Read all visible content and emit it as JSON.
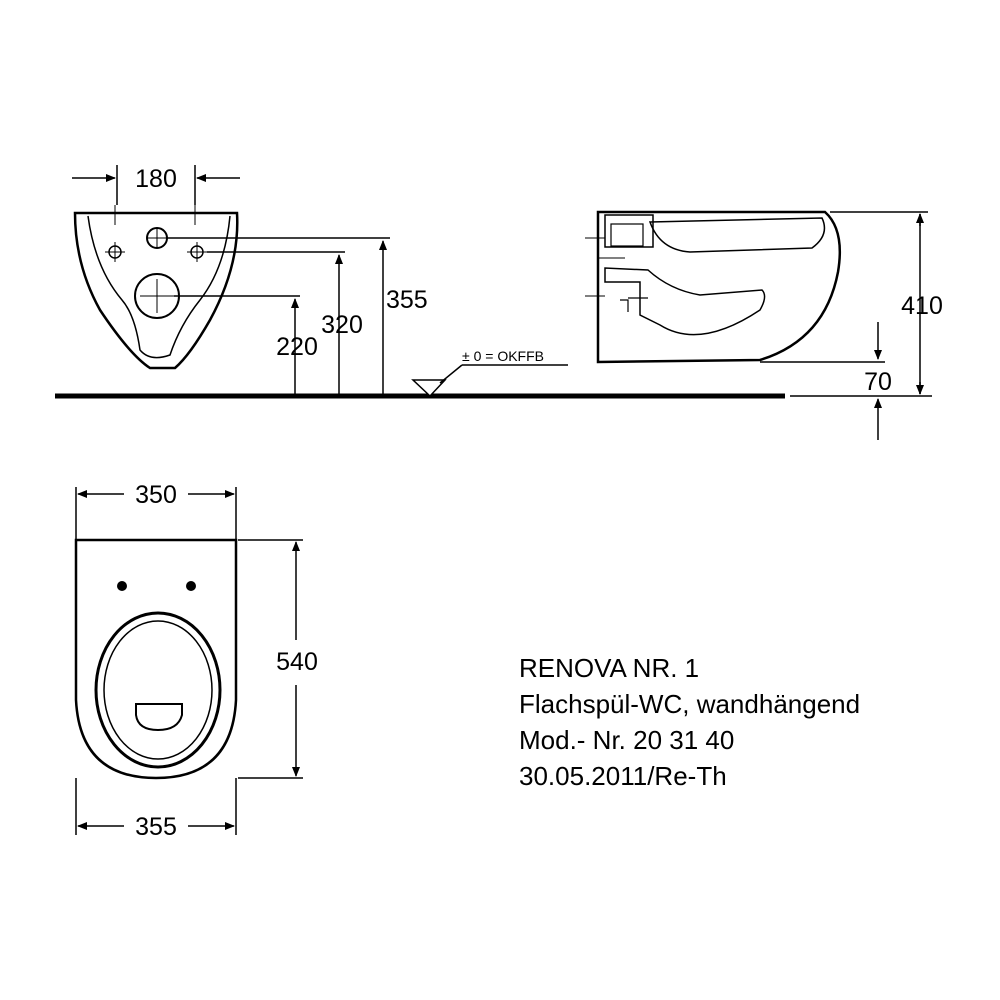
{
  "dimensions": {
    "front_fixing_spacing": "180",
    "front_height_top": "355",
    "front_height_mid": "320",
    "front_height_low": "220",
    "floor_reference": "± 0 = OKFFB",
    "side_height_total": "410",
    "side_floor_gap": "70",
    "top_width": "350",
    "top_length": "540",
    "top_width_bottom": "355"
  },
  "title_block": {
    "line1": "RENOVA NR. 1",
    "line2": "Flachspül-WC, wandhängend",
    "line3": "Mod.- Nr. 20 31 40",
    "line4": "30.05.2011/Re-Th"
  }
}
